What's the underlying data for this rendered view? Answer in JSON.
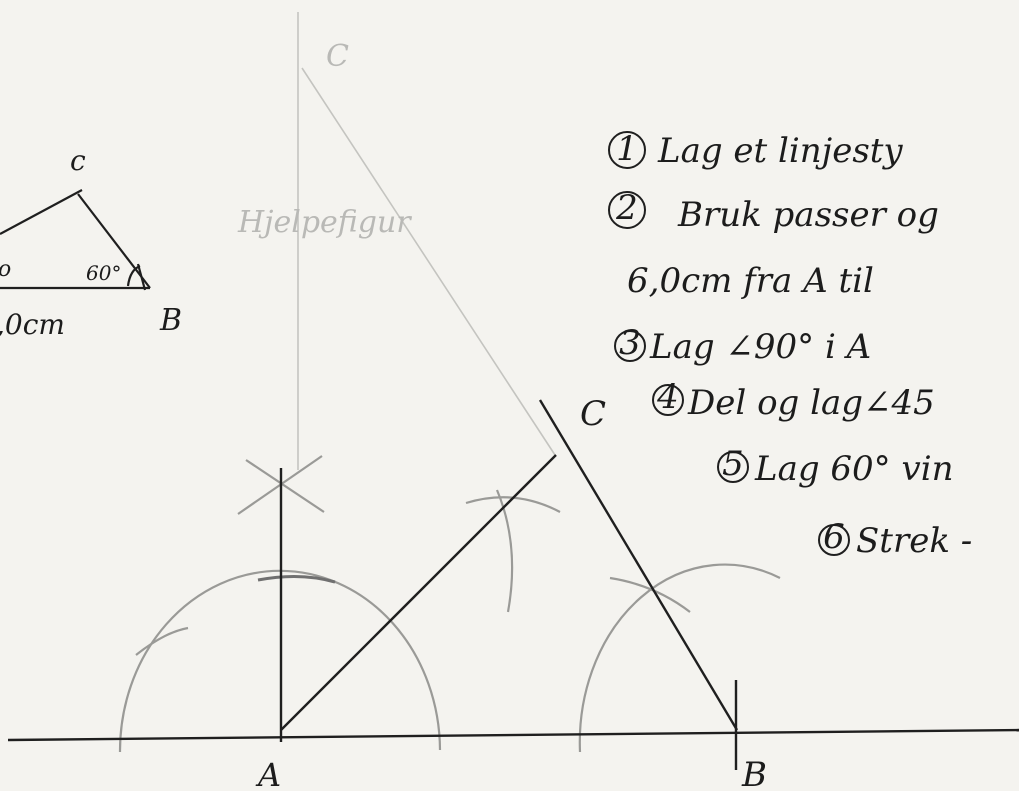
{
  "sketch": {
    "label_c": "c",
    "label_b": "B",
    "angle": "60°",
    "base_length": ",0cm",
    "left_fragment": "o"
  },
  "main": {
    "label_ghost_c": "C",
    "label_c": "C",
    "label_a": "A",
    "label_b": "B",
    "hjelpefigur": "Hjelpefigur"
  },
  "steps": [
    {
      "num": "1",
      "text": "Lag et linjesty"
    },
    {
      "num": "2",
      "text": "Bruk passer og"
    },
    {
      "num": "",
      "text": "6,0cm fra A til"
    },
    {
      "num": "3",
      "text": "Lag ∠90° i A"
    },
    {
      "num": "4",
      "text": "Del og lag∠45"
    },
    {
      "num": "5",
      "text": "Lag 60° vin"
    },
    {
      "num": "6",
      "text": "Strek -"
    }
  ],
  "colors": {
    "ink": "#1c1c1c",
    "pencil": "#8f8f8c",
    "faint": "#bdbdb9",
    "paper": "#f4f3ef"
  }
}
